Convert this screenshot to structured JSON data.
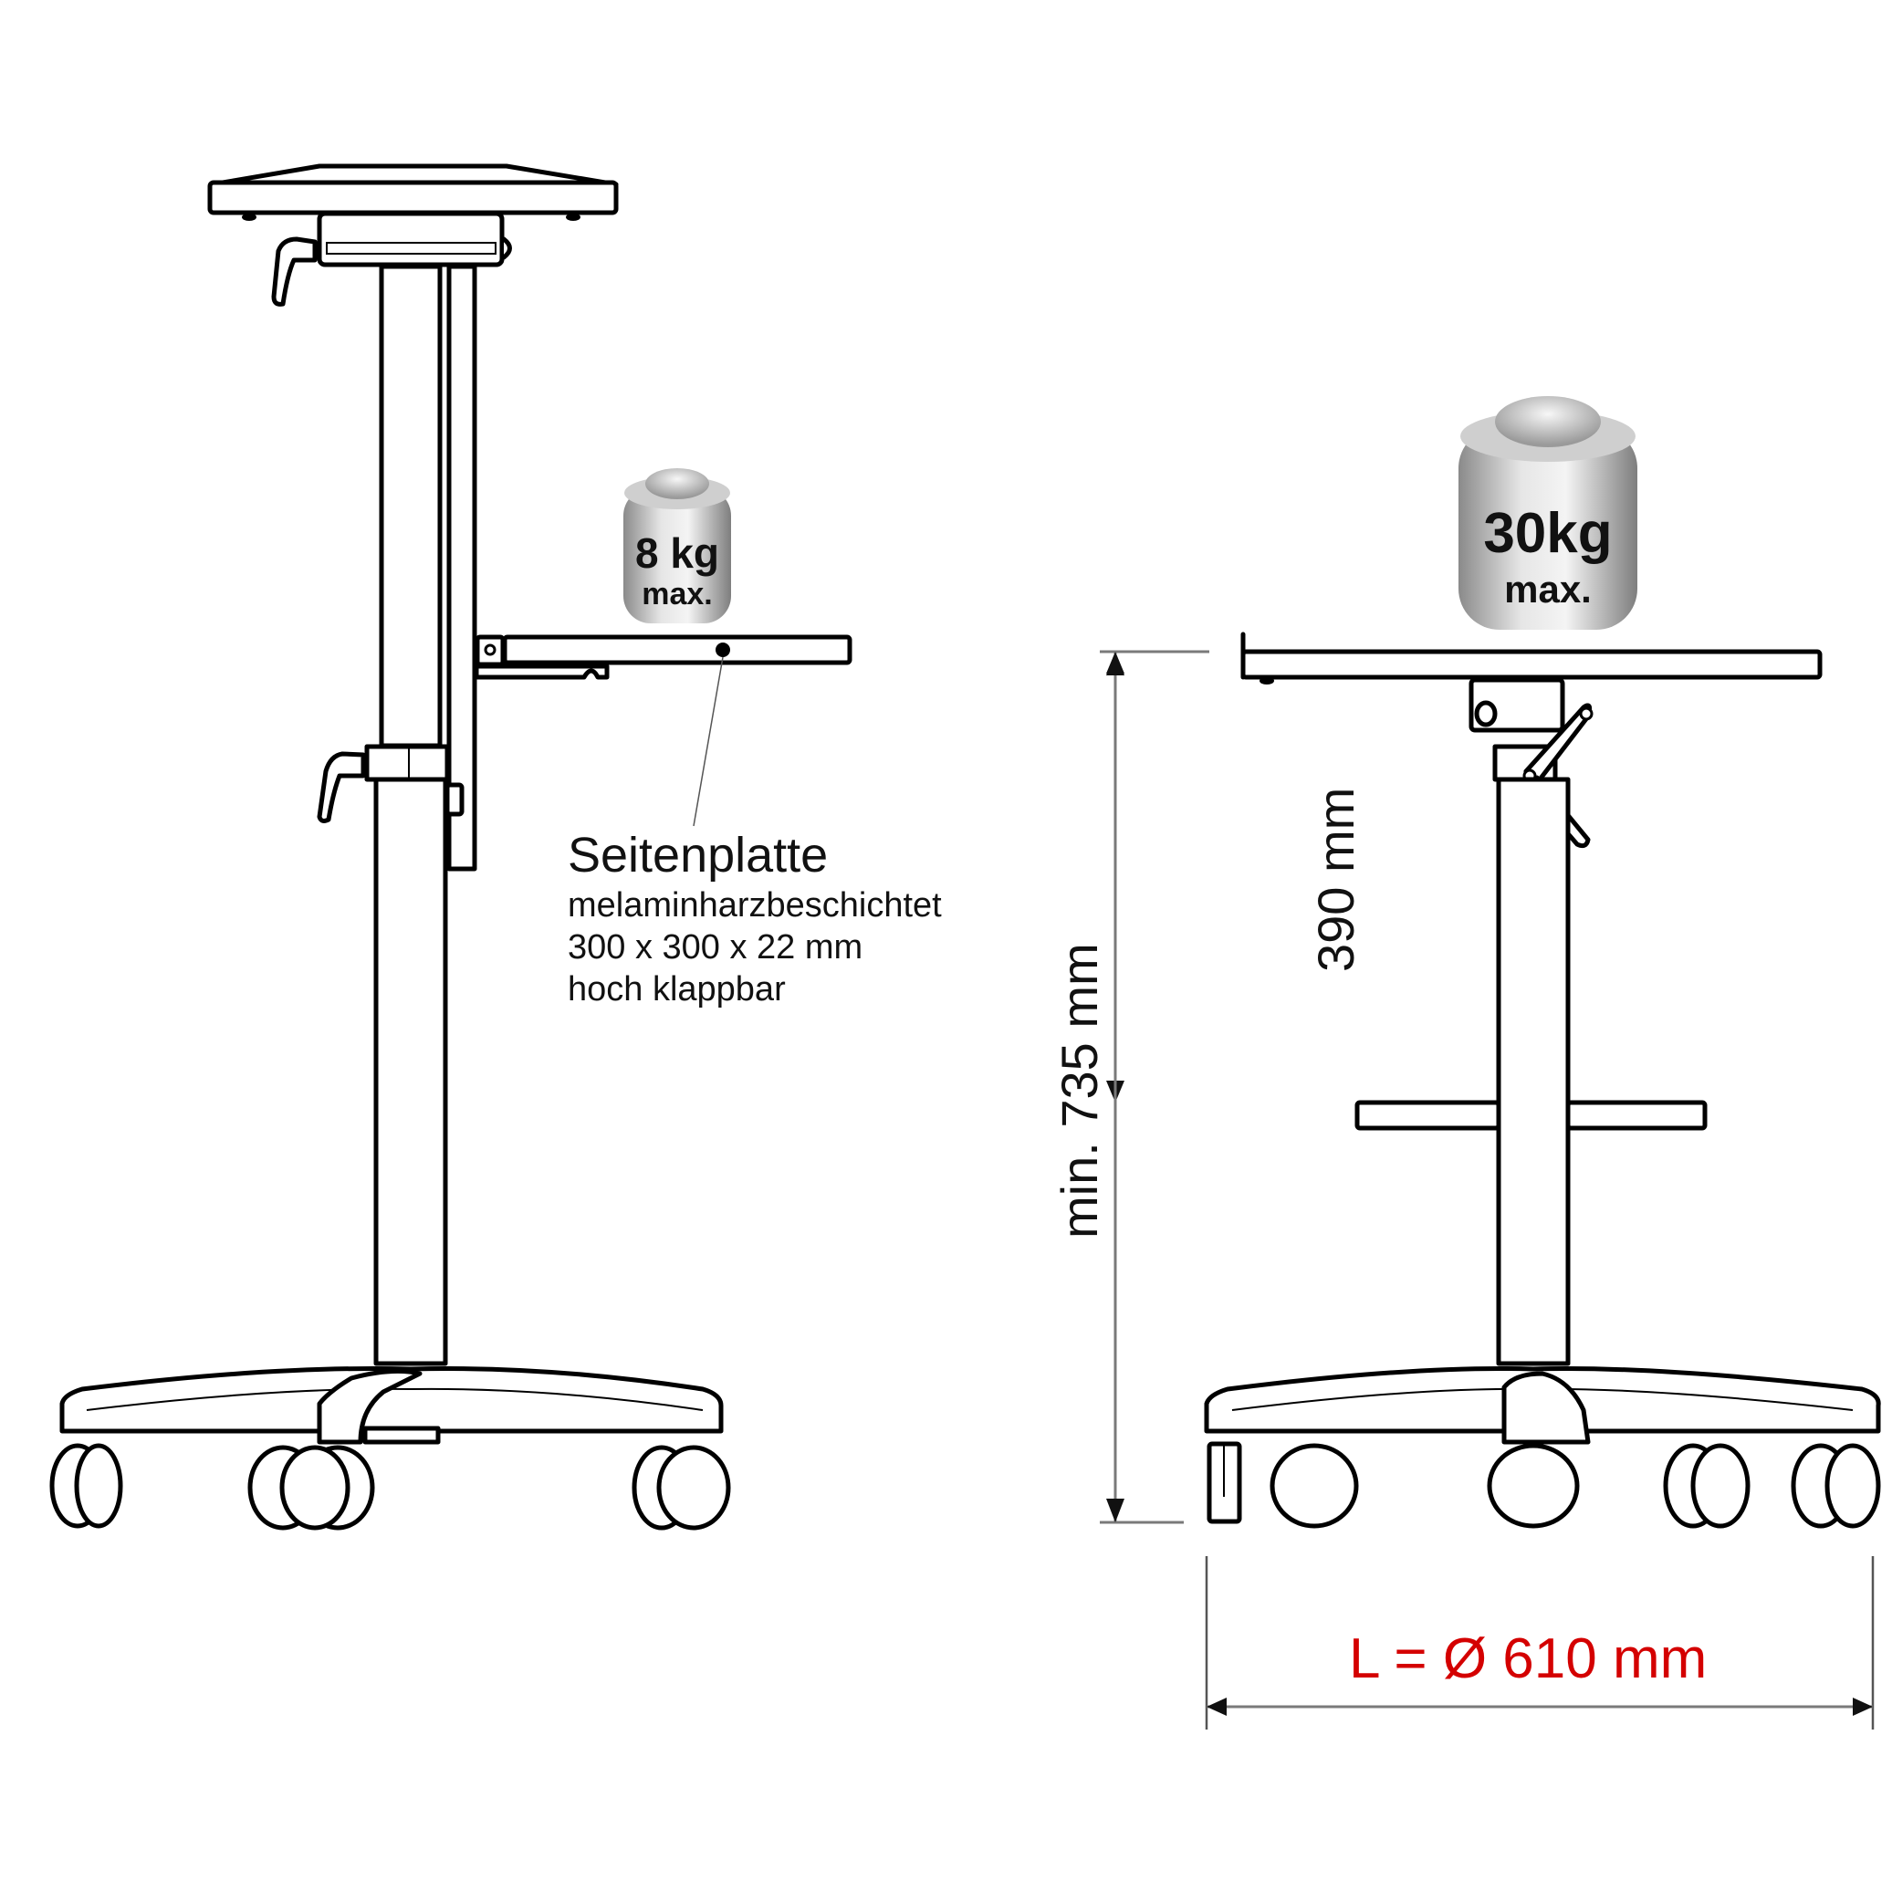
{
  "side_view": {
    "weight_badge": {
      "value": "8 kg",
      "qualifier": "max."
    },
    "callout": {
      "title": "Seitenplatte",
      "lines": [
        "melaminharzbeschichtet",
        "300 x 300 x 22 mm",
        "hoch klappbar"
      ]
    }
  },
  "front_view": {
    "weight_badge": {
      "value": "30kg",
      "qualifier": "max."
    },
    "dimensions": {
      "shelf_gap": "390 mm",
      "min_height": "min. 735 mm",
      "base_diameter": "L = Ø 610 mm"
    }
  },
  "colors": {
    "line": "#000000",
    "dimension_line": "#7a7a7a",
    "diameter_label": "#d40000",
    "weight_body": "#c8c8c8"
  }
}
